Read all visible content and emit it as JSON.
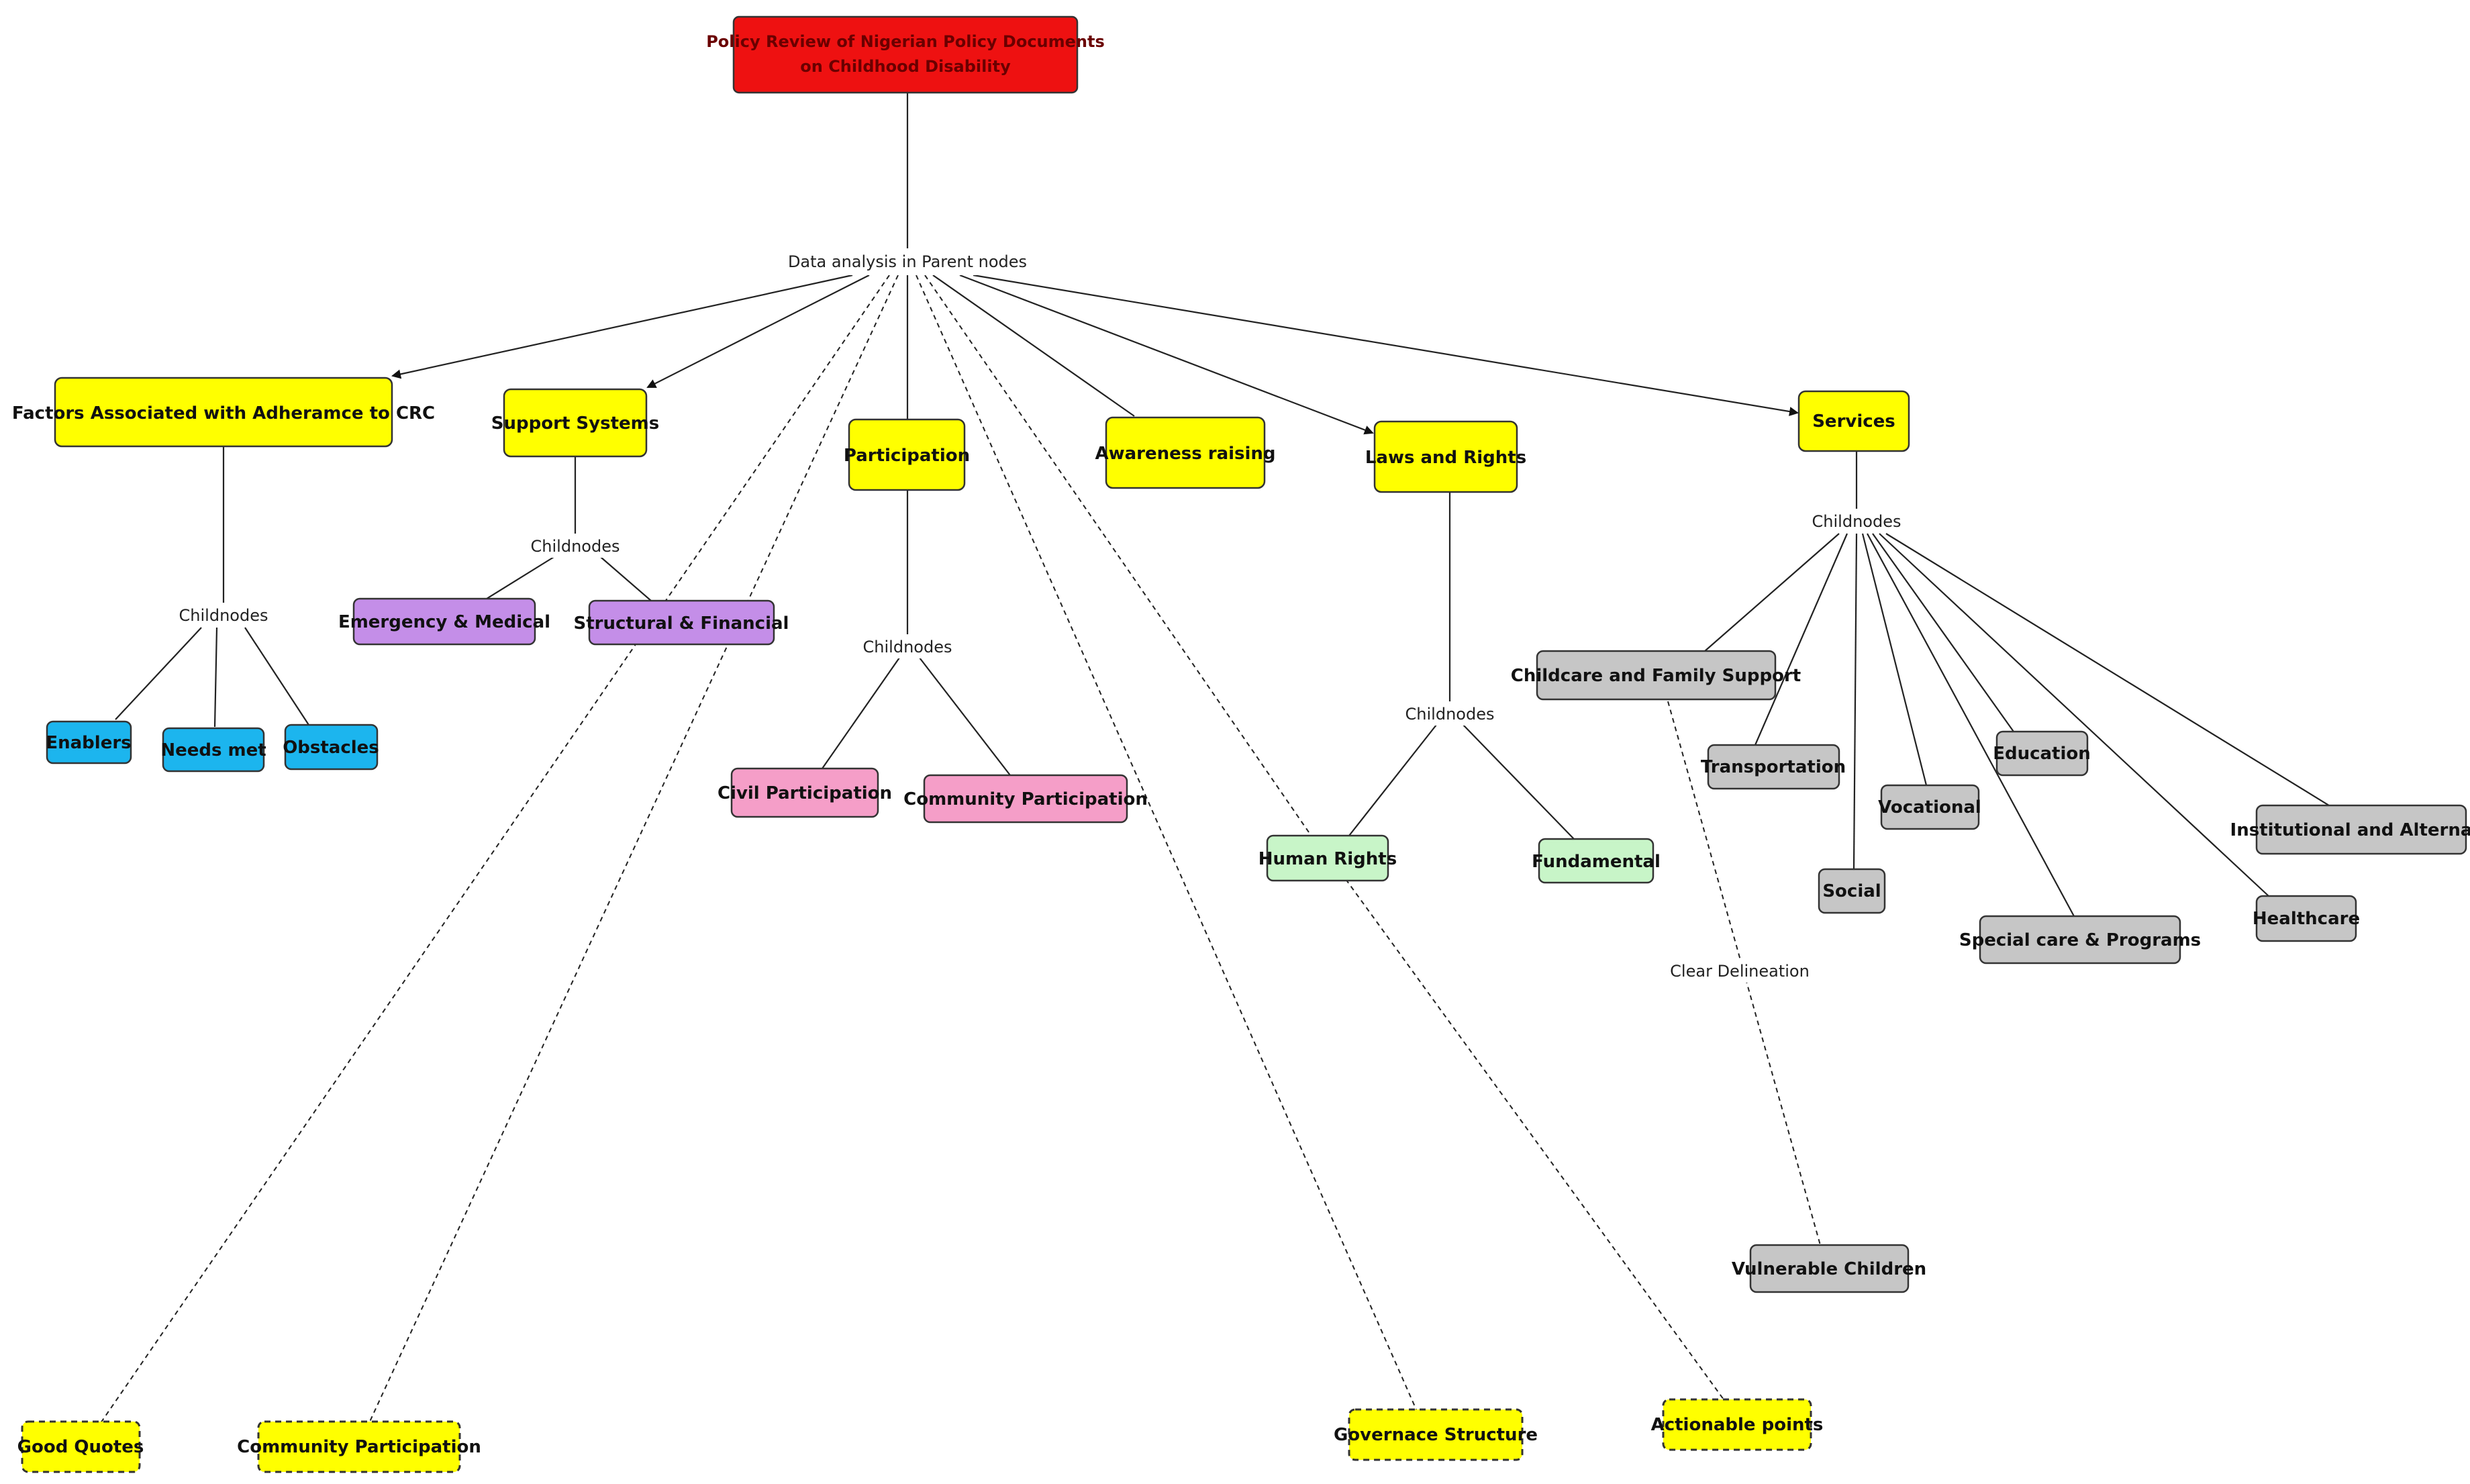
{
  "colors": {
    "root": "#ee1111",
    "parent": "#ffff00",
    "adherence_children": "#1cb5ee",
    "support_children": "#c48ee8",
    "participation_children": "#f59ec8",
    "laws_children": "#c8f5c8",
    "services_children": "#c6c6c6"
  },
  "root": {
    "line1": "Policy Review of Nigerian Policy Documents",
    "line2": "on Childhood Disability"
  },
  "connectors": {
    "main": "Data analysis in Parent nodes",
    "childnodes": "Childnodes",
    "clear_delineation": "Clear Delineation"
  },
  "parents": {
    "adherence": "Factors Associated with Adheramce to CRC",
    "support": "Support Systems",
    "participation": "Participation",
    "awareness": "Awareness raising",
    "laws": "Laws and Rights",
    "services": "Services"
  },
  "children": {
    "enablers": "Enablers",
    "needs_met": "Needs met",
    "obstacles": "Obstacles",
    "emergency": "Emergency & Medical",
    "structural": "Structural & Financial",
    "civil": "Civil Participation",
    "community_participation": "Community Participation",
    "human_rights": "Human Rights",
    "fundamental": "Fundamental",
    "childcare": "Childcare and Family Support",
    "transportation": "Transportation",
    "social": "Social",
    "vocational": "Vocational",
    "education": "Education",
    "special_care": "Special care & Programs",
    "healthcare": "Healthcare",
    "institutional": "Institutional and Alternate",
    "vulnerable": "Vulnerable Children"
  },
  "dashed_nodes": {
    "good_quotes": "Good Quotes",
    "community_participation": "Community Participation",
    "governance": "Governace Structure",
    "actionable": "Actionable points"
  }
}
